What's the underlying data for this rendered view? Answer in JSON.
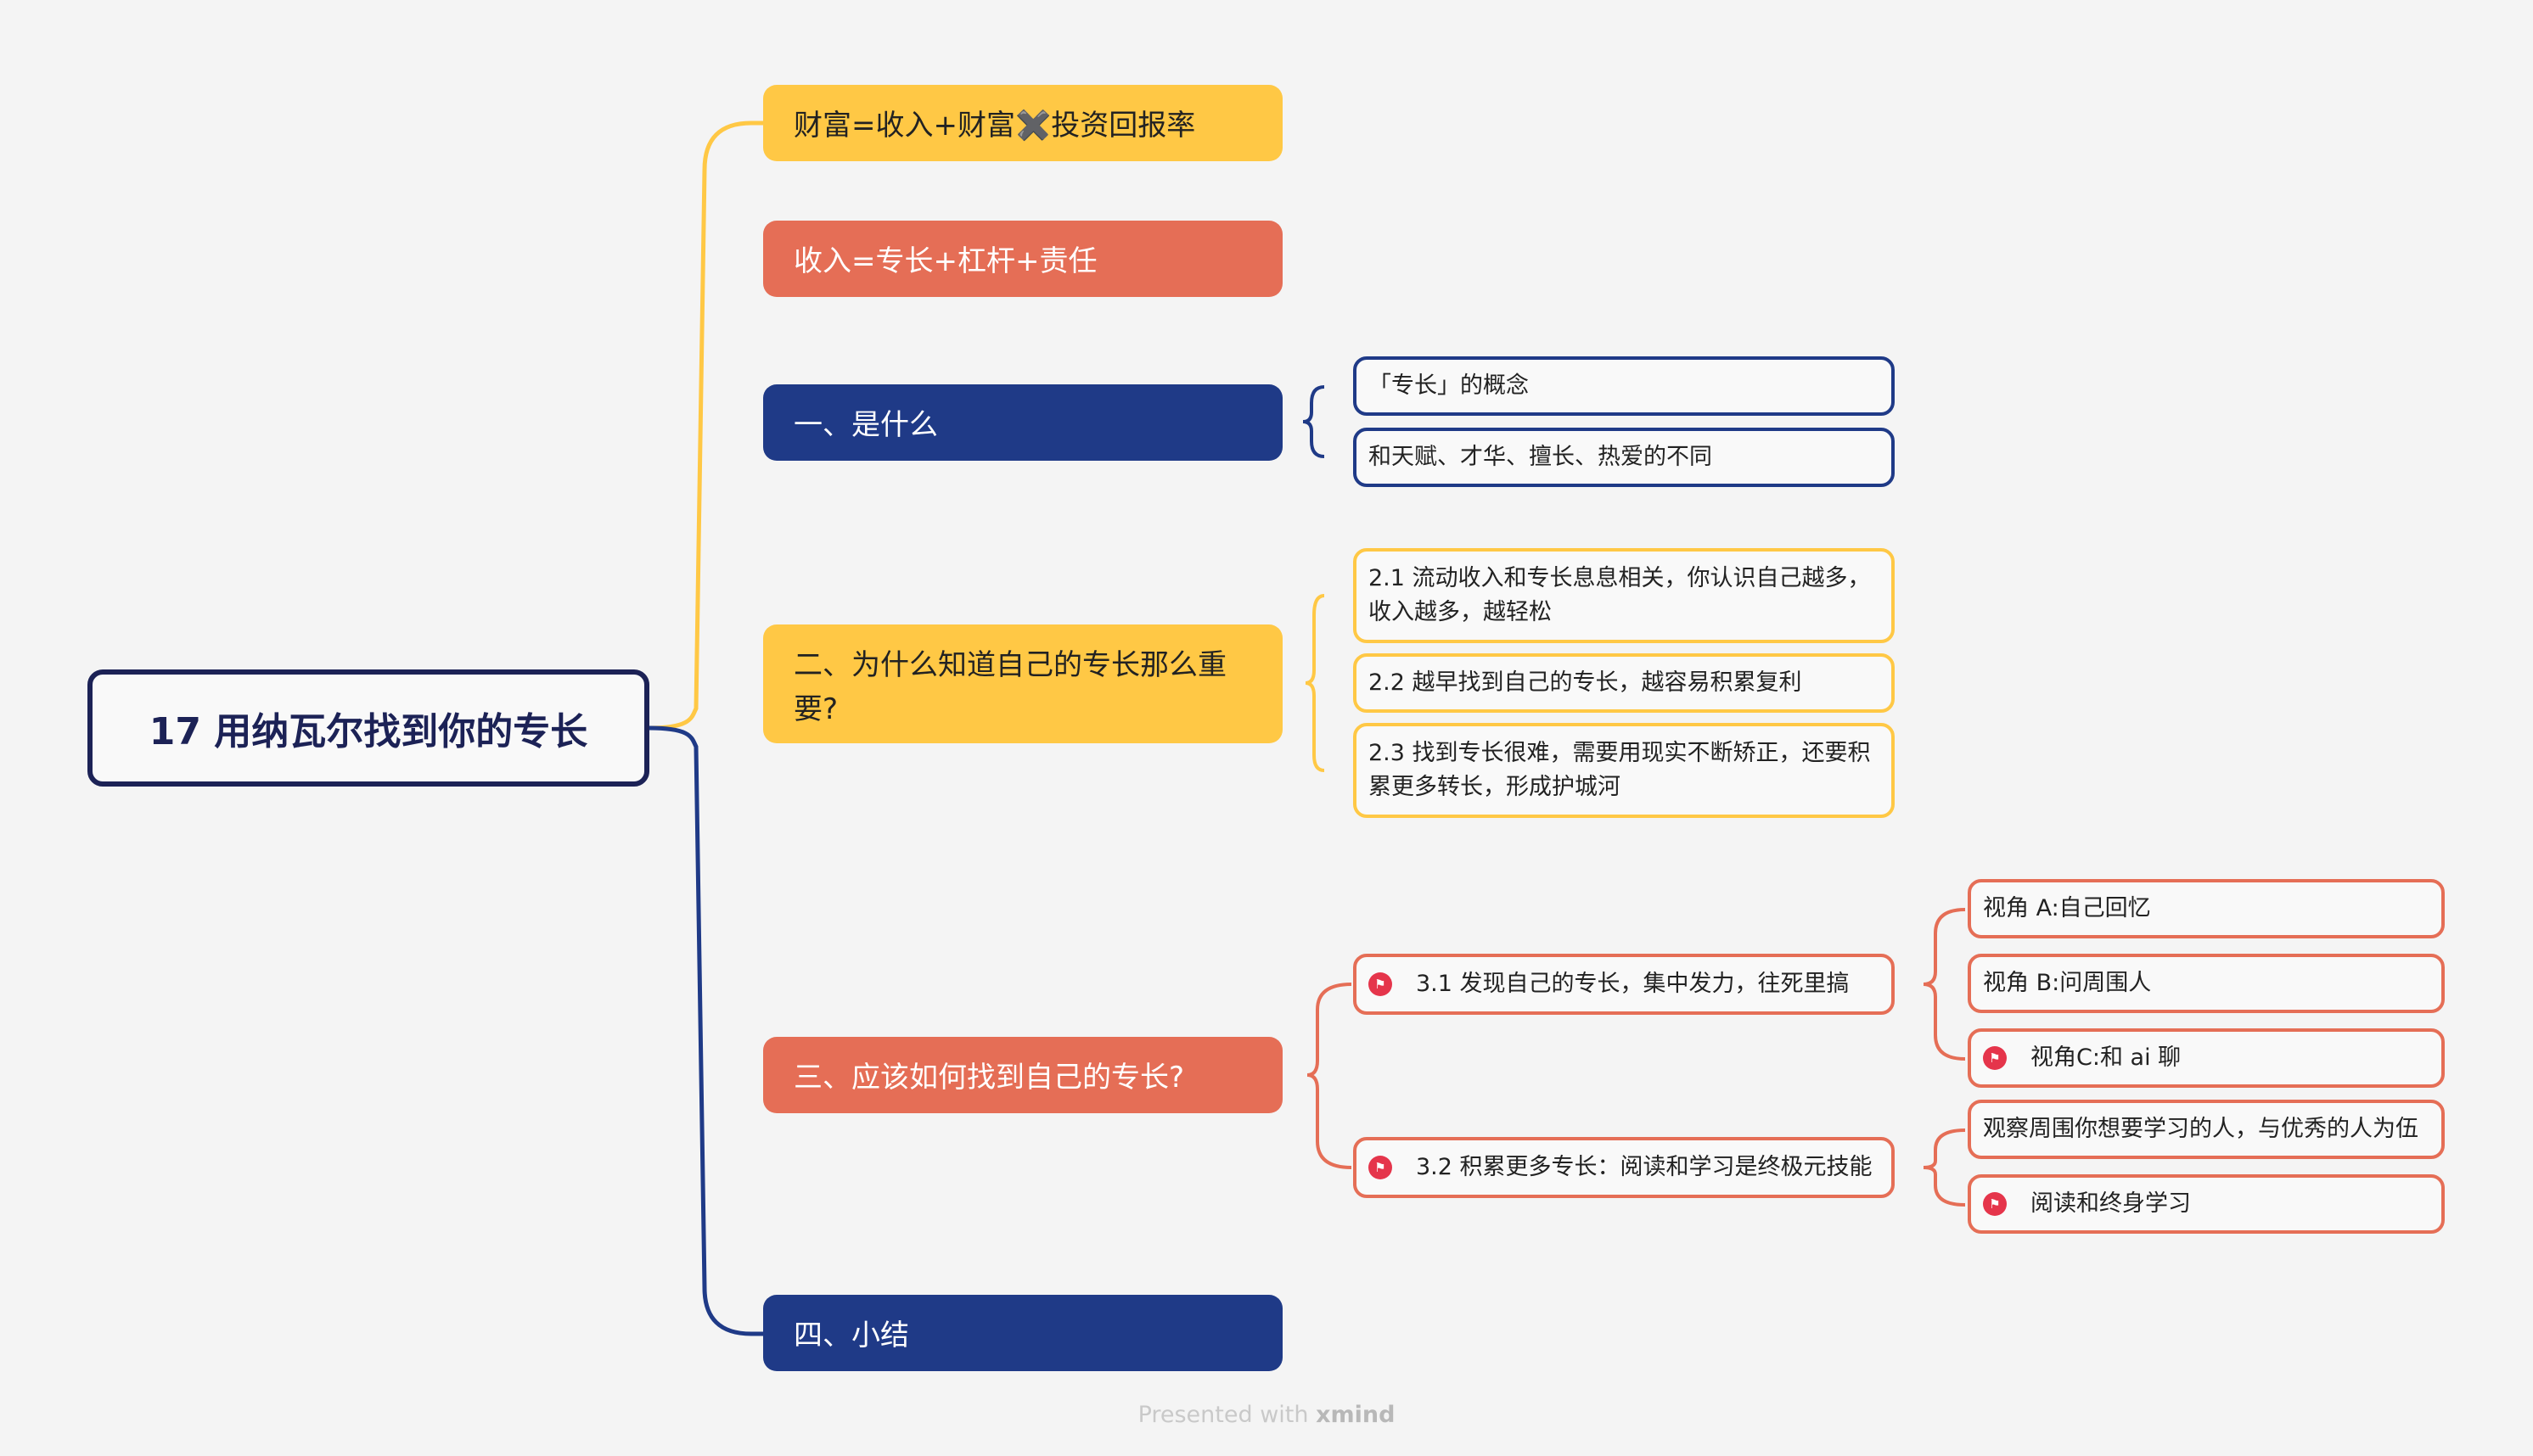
{
  "root": {
    "title": "17 用纳瓦尔找到你的专长"
  },
  "branches": {
    "formula1": "财富=收入+财富✖️投资回报率",
    "formula2": "收入=专长+杠杆+责任",
    "what": "一、是什么",
    "why": "二、为什么知道自己的专长那么重要?",
    "how": "三、应该如何找到自己的专长?",
    "summary": "四、小结"
  },
  "what_items": [
    "「专长」的概念",
    "和天赋、才华、擅长、热爱的不同"
  ],
  "why_items": [
    "2.1 流动收入和专长息息相关，你认识自己越多，收入越多，越轻松",
    "2.2 越早找到自己的专长，越容易积累复利",
    "2.3 找到专长很难，需要用现实不断矫正，还要积累更多转长，形成护城河"
  ],
  "how_items": {
    "discover": "3.1 发现自己的专长，集中发力，往死里搞",
    "accumulate": "3.2 积累更多专长：阅读和学习是终极元技能",
    "discover_children": [
      "视角 A:自己回忆",
      "视角 B:问周围人",
      "视角C:和 ai 聊"
    ],
    "accumulate_children": [
      "观察周围你想要学习的人，与优秀的人为伍",
      "阅读和终身学习"
    ]
  },
  "icons": {
    "flag": "flag-icon"
  },
  "colors": {
    "navy": "#1f3a87",
    "root_border": "#1c2256",
    "yellow": "#ffc845",
    "coral": "#e56e56",
    "flag": "#e5354b",
    "background": "#f4f4f4"
  },
  "footer": {
    "prefix": "Presented with ",
    "brand": "xmind"
  }
}
